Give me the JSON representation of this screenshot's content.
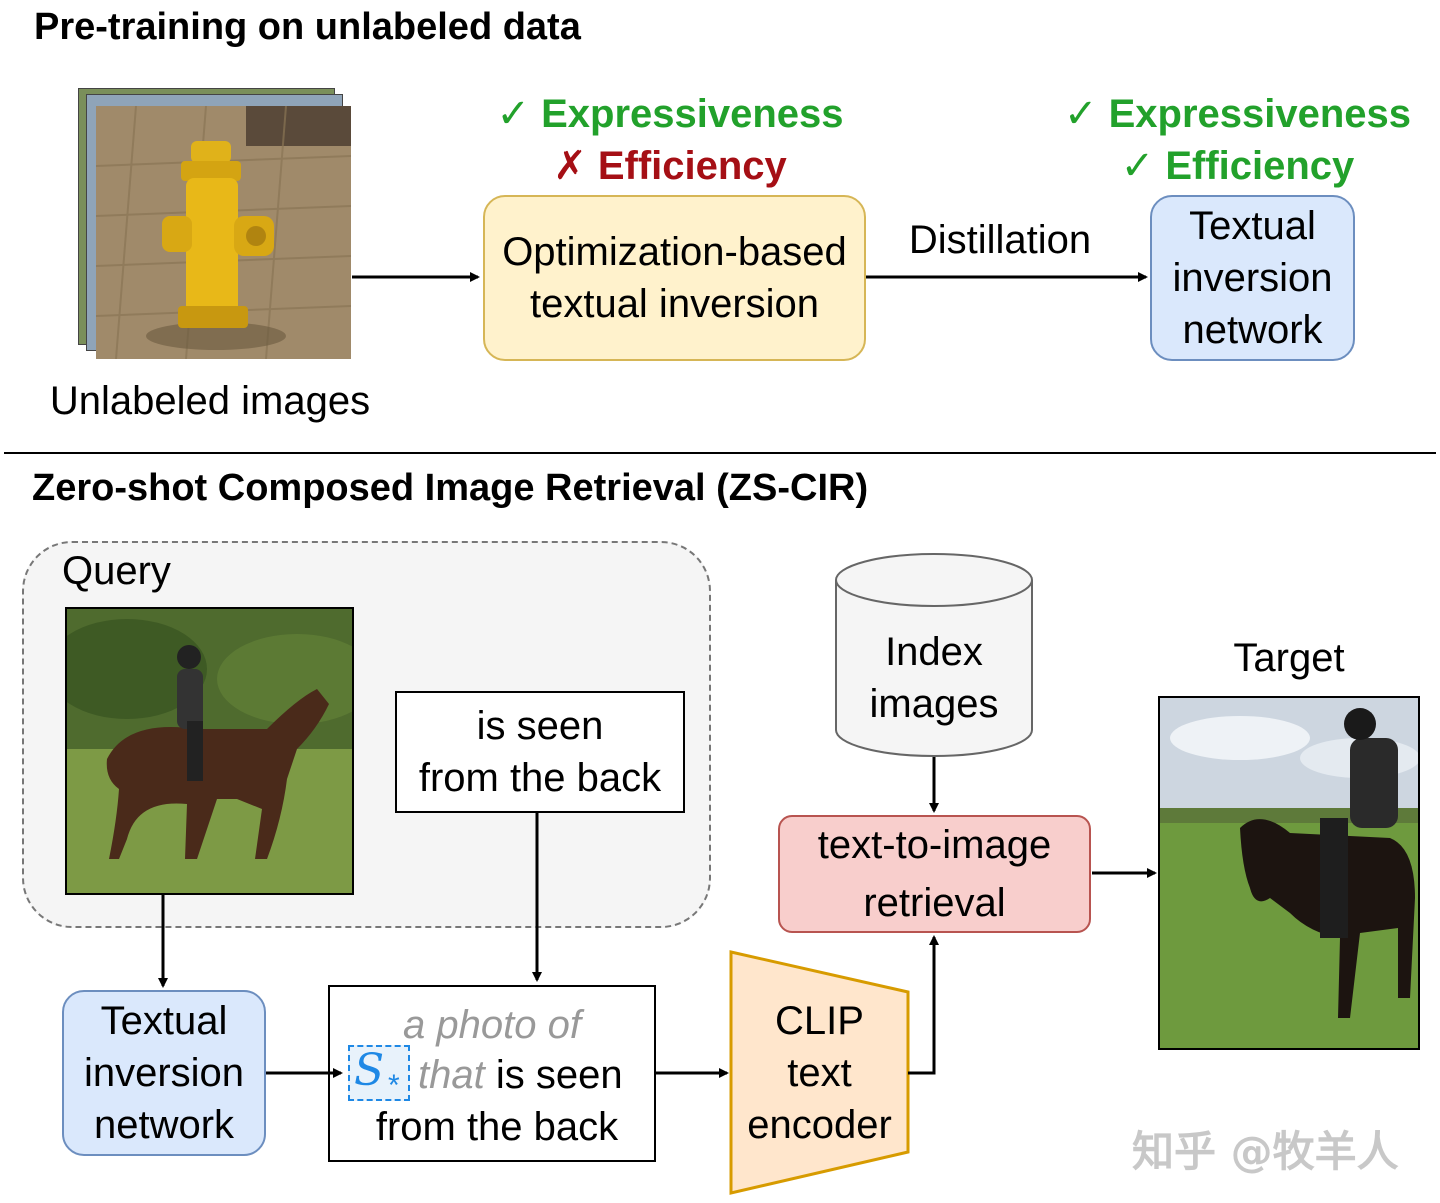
{
  "pretraining": {
    "heading": "Pre-training on unlabeled data",
    "images_label": "Unlabeled images",
    "opt_box": {
      "line1": "Optimization-based",
      "line2": "textual inversion"
    },
    "opt_tags": {
      "expr": "✓ Expressiveness",
      "eff": "✗ Efficiency"
    },
    "distillation": "Distillation",
    "tin_box": {
      "line1": "Textual",
      "line2": "inversion",
      "line3": "network"
    },
    "tin_tags": {
      "expr": "✓ Expressiveness",
      "eff": "✓ Efficiency"
    }
  },
  "zscir": {
    "heading": "Zero-shot Composed Image Retrieval (ZS-CIR)",
    "query_label": "Query",
    "caption_box": {
      "line1": "is seen",
      "line2": "from the back"
    },
    "tin_box": {
      "line1": "Textual",
      "line2": "inversion",
      "line3": "network"
    },
    "prompt": {
      "gray": "a photo of",
      "token": "S",
      "token_sub": "*",
      "that": "that",
      "rest": " is seen",
      "line3": "from the back"
    },
    "clip": {
      "line1": "CLIP",
      "line2": "text",
      "line3": "encoder"
    },
    "index": {
      "line1": "Index",
      "line2": "images"
    },
    "retrieval": {
      "line1": "text-to-image",
      "line2": "retrieval"
    },
    "target_label": "Target"
  },
  "watermark": "知乎 @牧羊人",
  "colors": {
    "check_green": "#22a12b",
    "cross_red": "#a50f15",
    "yellow_fill": "#fff2cc",
    "blue_fill": "#dae8fc",
    "red_fill": "#f8cecc",
    "clip_fill": "#ffe6cc",
    "token_blue": "#1e88e5"
  }
}
